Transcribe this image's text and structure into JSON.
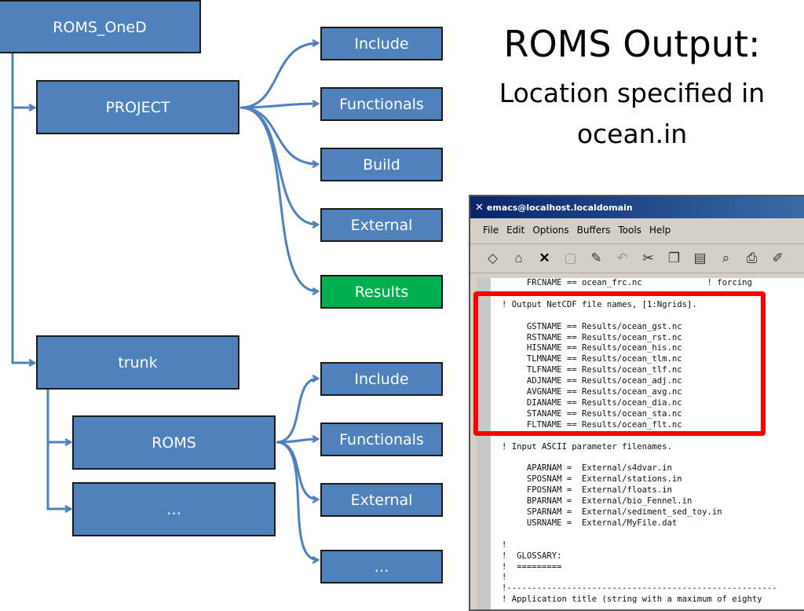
{
  "diagram": {
    "root": "ROMS_OneD",
    "project": "PROJECT",
    "project_children": [
      "Include",
      "Functionals",
      "Build",
      "External",
      "Results"
    ],
    "trunk": "trunk",
    "trunk_children": [
      "ROMS",
      "…"
    ],
    "roms_children": [
      "Include",
      "Functionals",
      "External",
      "…"
    ],
    "colors": {
      "box": "#4f81bd",
      "highlight_box": "#00b050",
      "connector": "#4f81bd",
      "callout": "#ff0000"
    }
  },
  "title": {
    "main": "ROMS Output:",
    "sub_line1": "Location specified in",
    "sub_line2": "ocean.in"
  },
  "emacs": {
    "window_title": "emacs@localhost.localdomain",
    "menu": [
      "File",
      "Edit",
      "Options",
      "Buffers",
      "Tools",
      "Help"
    ],
    "toolbar_icons": [
      "new-file-icon",
      "open-folder-icon",
      "close-icon",
      "save-icon",
      "write-icon",
      "undo-icon",
      "cut-icon",
      "copy-icon",
      "paste-icon",
      "search-icon",
      "print-icon",
      "preferences-icon"
    ],
    "code_lines": [
      "     FRCNAME == ocean_frc.nc             ! forcing",
      "",
      "! Output NetCDF file names, [1:Ngrids].",
      "",
      "     GSTNAME == Results/ocean_gst.nc",
      "     RSTNAME == Results/ocean_rst.nc",
      "     HISNAME == Results/ocean_his.nc",
      "     TLMNAME == Results/ocean_tlm.nc",
      "     TLFNAME == Results/ocean_tlf.nc",
      "     ADJNAME == Results/ocean_adj.nc",
      "     AVGNAME == Results/ocean_avg.nc",
      "     DIANAME == Results/ocean_dia.nc",
      "     STANAME == Results/ocean_sta.nc",
      "     FLTNAME == Results/ocean_flt.nc",
      "",
      "! Input ASCII parameter filenames.",
      "",
      "     APARNAM =  External/s4dvar.in",
      "     SPOSNAM =  External/stations.in",
      "     FPOSNAM =  External/floats.in",
      "     BPARNAM =  External/bio_Fennel.in",
      "     SPARNAM =  External/sediment_sed_toy.in",
      "     USRNAME =  External/MyFile.dat",
      "",
      "!",
      "!  GLOSSARY:",
      "!  =========",
      "!",
      "!------------------------------------------------------",
      "! Application title (string with a maximum of eighty"
    ]
  }
}
